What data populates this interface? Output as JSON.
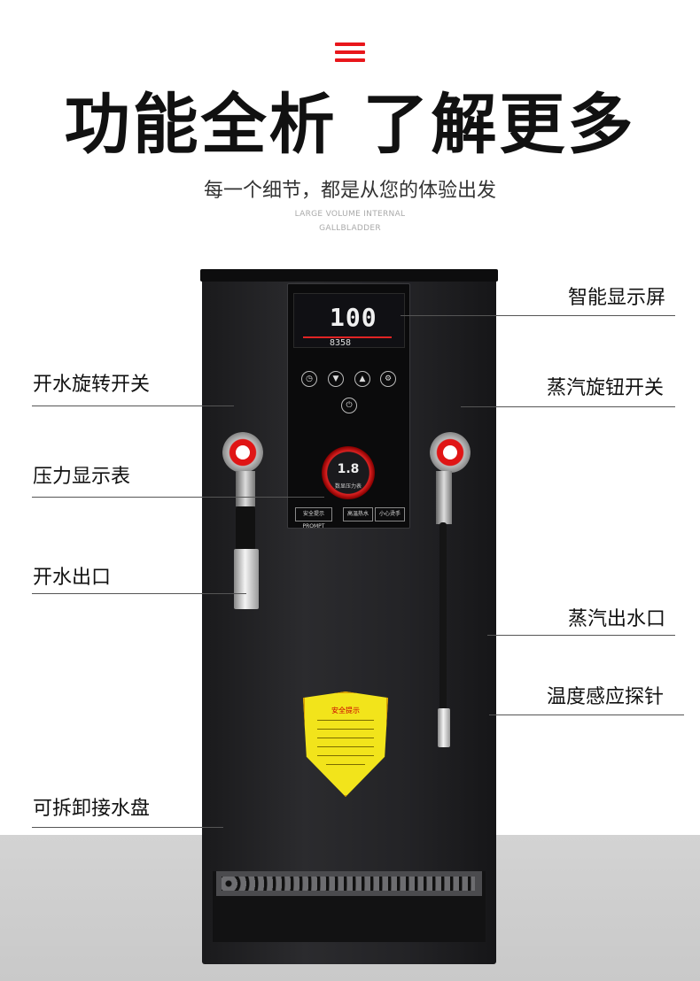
{
  "header": {
    "title": "功能全析 了解更多",
    "subtitle": "每一个细节，都是从您的体验出发",
    "english_line1": "LARGE VOLUME INTERNAL",
    "english_line2": "GALLBLADDER"
  },
  "display": {
    "main_readout": "100",
    "small_readout": "8358",
    "gauge_readout": "1.8",
    "gauge_label": "数显压力表",
    "tag_safety": "安全提示 PROMPT",
    "tag_hot": "高温热水",
    "tag_careful": "小心烫手"
  },
  "shield": {
    "title": "安全提示"
  },
  "labels": {
    "boiling_switch": "开水旋转开关",
    "pressure_gauge": "压力显示表",
    "water_outlet": "开水出口",
    "drip_tray": "可拆卸接水盘",
    "smart_display": "智能显示屏",
    "steam_switch": "蒸汽旋钮开关",
    "steam_outlet": "蒸汽出水口",
    "temp_probe": "温度感应探针"
  },
  "colors": {
    "accent": "#e8161b",
    "warning": "#f2e41b"
  }
}
